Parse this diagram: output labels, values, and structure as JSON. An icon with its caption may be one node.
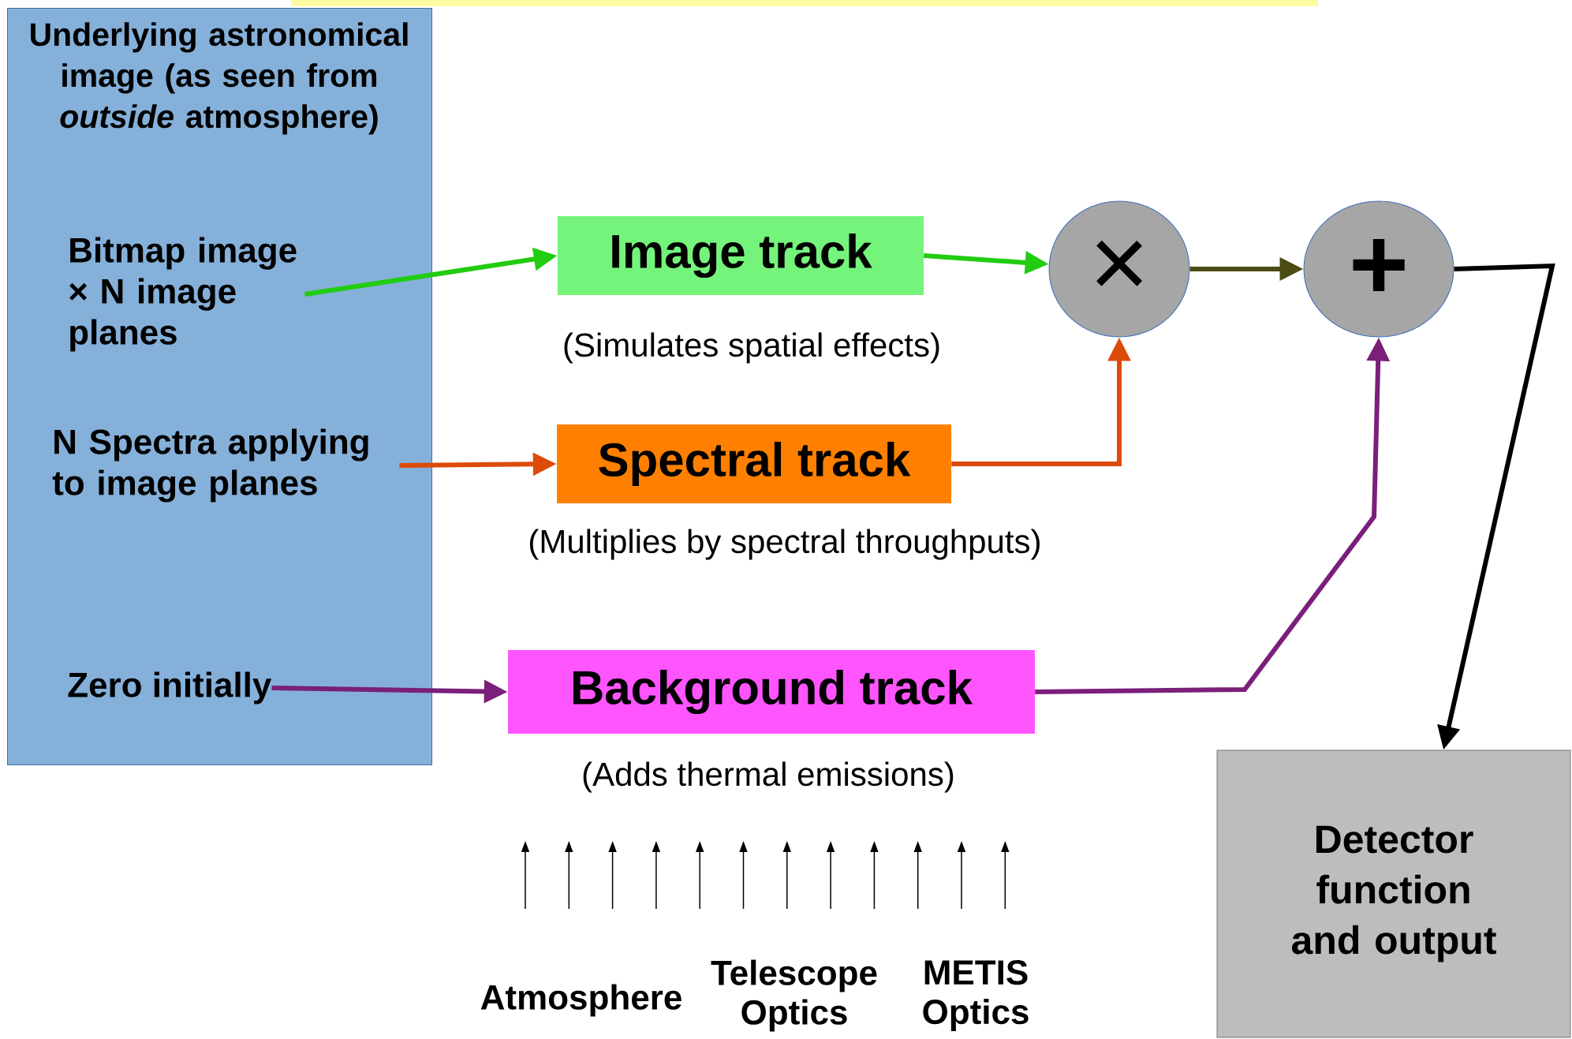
{
  "diagram": {
    "nodes": [
      {
        "text": [
          "Underlying astronomical image (as seen from *outside* atmosphere)"
        ]
      },
      {
        "text": [
          "Bitmap image × N image planes"
        ],
        "in": 0
      },
      {
        "text": [
          "N Spectra applying to image planes"
        ],
        "in": 0
      },
      {
        "text": [
          "Zero initially"
        ],
        "in": 0
      },
      {
        "text": [
          "Image track"
        ],
        "beside": [
          "(Simulates spatial effects)"
        ]
      },
      {
        "text": [
          "Spectral track"
        ],
        "beside": [
          "(Multiplies by spectral throughputs)"
        ]
      },
      {
        "text": [
          "Background track"
        ],
        "beside": [
          "(Adds thermal emissions)"
        ]
      },
      {
        "text": [
          "×"
        ]
      },
      {
        "text": [
          "+"
        ]
      },
      {
        "text": [
          "Detector function and output"
        ]
      }
    ],
    "edges": [
      {
        "from": 1,
        "to": 4,
        "arrow": "to",
        "color": "#22cc11"
      },
      {
        "from": 4,
        "to": 7,
        "arrow": "to",
        "color": "#22cc11"
      },
      {
        "from": 2,
        "to": 5,
        "arrow": "to",
        "color": "#dd4b0a"
      },
      {
        "from": 5,
        "to": 7,
        "arrow": "to",
        "color": "#dd4b0a"
      },
      {
        "from": 3,
        "to": 6,
        "arrow": "to",
        "color": "#7a1f7a"
      },
      {
        "from": 6,
        "to": 8,
        "arrow": "to",
        "color": "#7a1f7a"
      },
      {
        "from": 7,
        "to": 8,
        "arrow": "to",
        "color": "#4b4b14"
      },
      {
        "from": 8,
        "to": 9,
        "arrow": "to",
        "color": "#000000"
      }
    ],
    "labels": [
      "Atmosphere",
      "Telescope Optics",
      "METIS Optics"
    ]
  }
}
